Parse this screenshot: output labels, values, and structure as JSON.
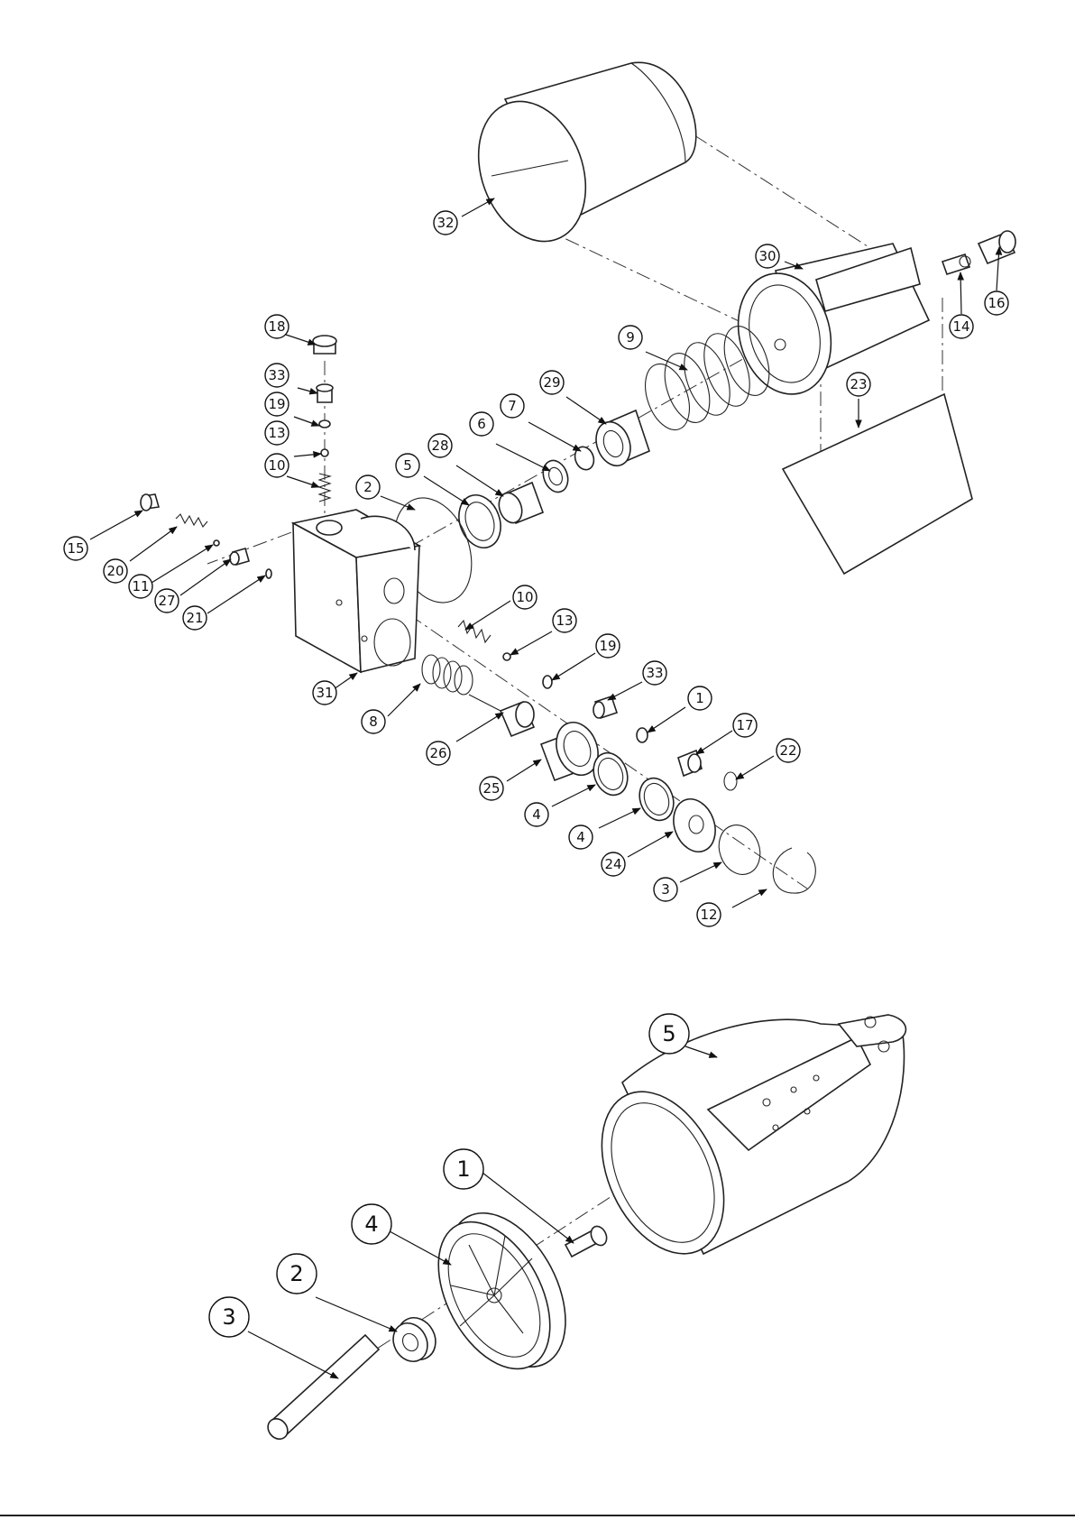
{
  "upper_assembly": {
    "callouts": [
      "32",
      "30",
      "16",
      "14",
      "9",
      "29",
      "23",
      "18",
      "33",
      "19",
      "13",
      "10",
      "7",
      "6",
      "28",
      "5",
      "2",
      "15",
      "20",
      "11",
      "27",
      "21",
      "31",
      "10",
      "13",
      "19",
      "33",
      "1",
      "17",
      "22",
      "8",
      "26",
      "25",
      "4",
      "4",
      "24",
      "3",
      "12"
    ]
  },
  "lower_assembly": {
    "callouts": [
      "5",
      "1",
      "4",
      "2",
      "3"
    ]
  }
}
